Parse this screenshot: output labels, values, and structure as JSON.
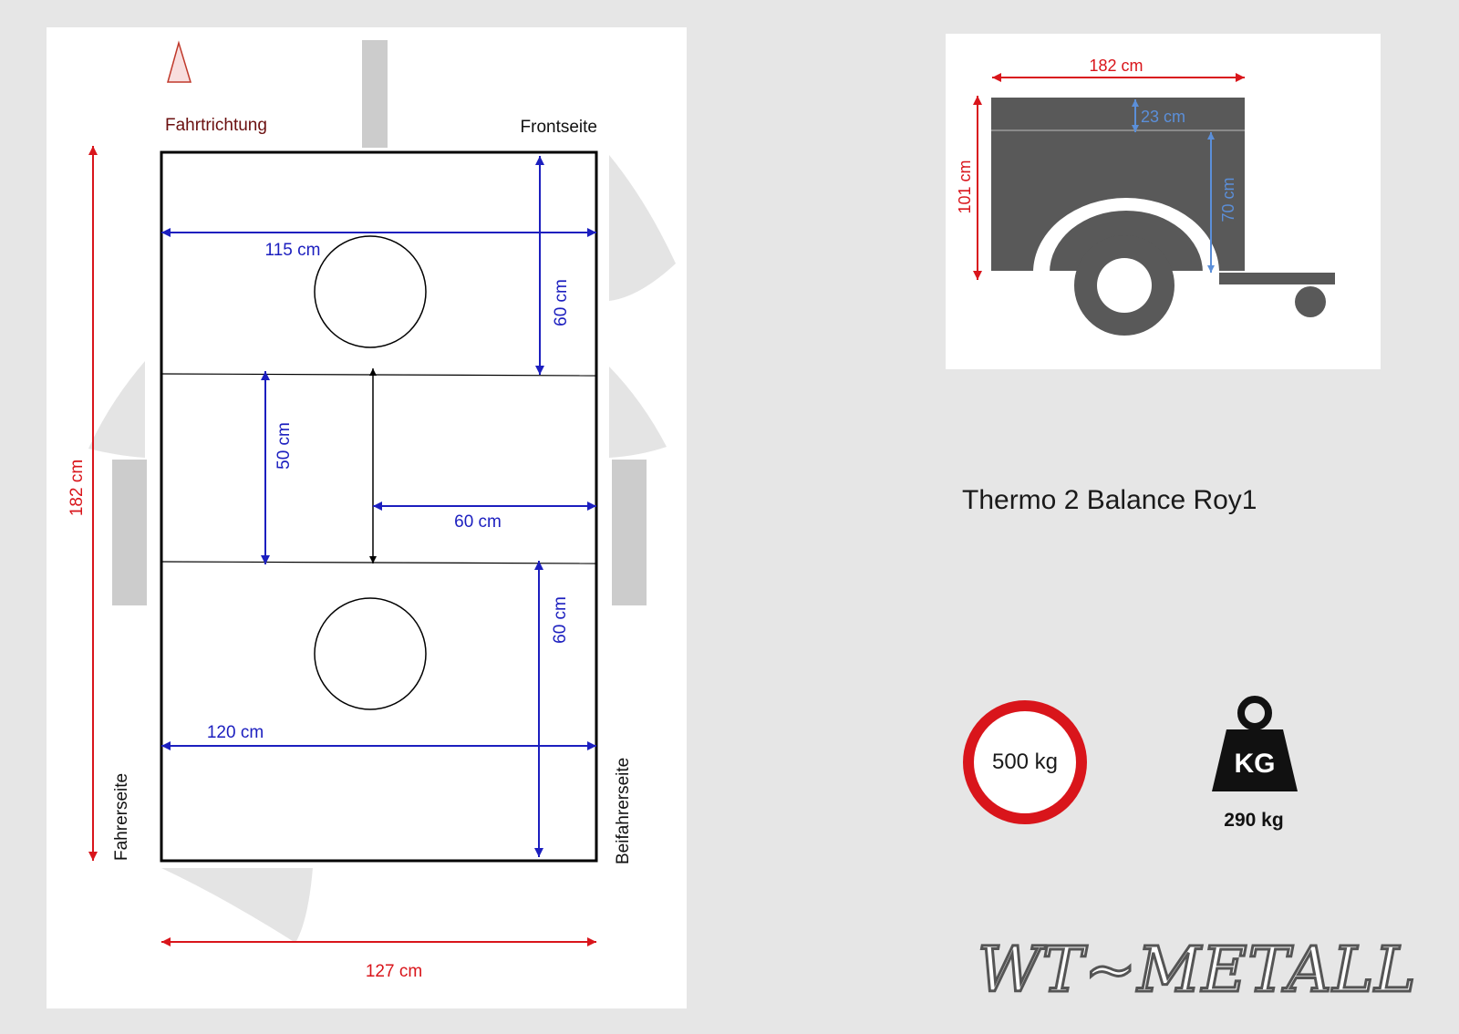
{
  "plan": {
    "direction_label": "Fahrtrichtung",
    "front_label": "Frontseite",
    "driver_side_label": "Fahrerseite",
    "passenger_side_label": "Beifahrerseite",
    "dims": {
      "length": "182 cm",
      "inner_width_top": "115 cm",
      "front_section": "60 cm",
      "middle_section": "50 cm",
      "half_width": "60 cm",
      "rear_section": "60 cm",
      "inner_width_bottom": "120 cm",
      "outer_width": "127 cm"
    }
  },
  "side_view": {
    "length": "182 cm",
    "height": "101 cm",
    "lid_height": "23 cm",
    "body_height": "70 cm"
  },
  "model_name": "Thermo 2 Balance Roy1",
  "max_load": "500 kg",
  "kg_icon_text": "KG",
  "empty_weight": "290 kg",
  "brand": "WT~METALL",
  "colors": {
    "red_dimension": "#d9151b",
    "blue_dimension": "#1c1fbf",
    "light_blue_dimension": "#5b8fd9",
    "trailer_body": "#595959"
  }
}
